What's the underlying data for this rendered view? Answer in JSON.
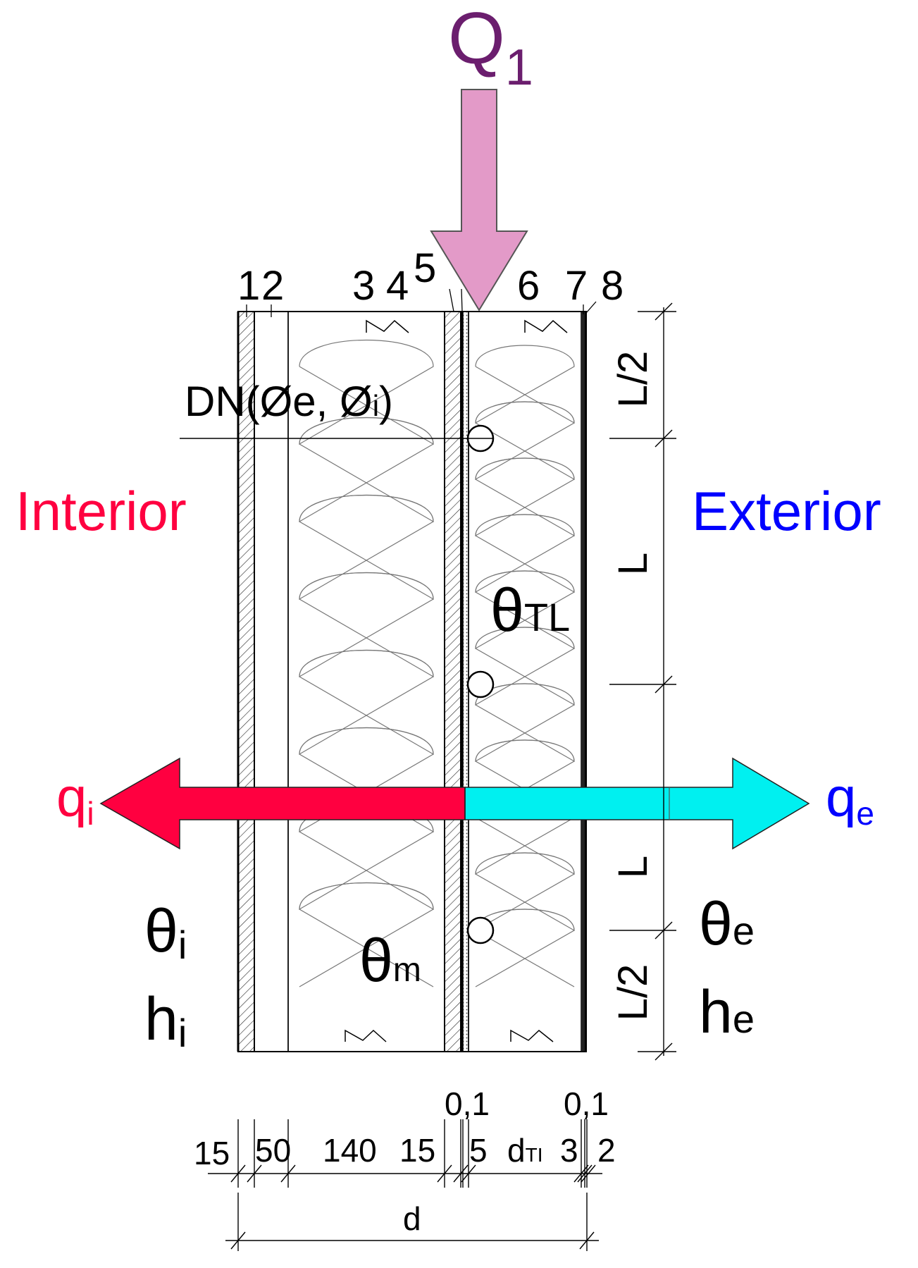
{
  "heat_input": {
    "label": "Q",
    "sub": "1"
  },
  "layer_numbers": [
    "1",
    "2",
    "3",
    "4",
    "5",
    "6",
    "7",
    "8"
  ],
  "pipe_label": {
    "text": "DN(Øe, Ø",
    "sub": "i",
    "close": ")"
  },
  "sides": {
    "interior": "Interior",
    "exterior": "Exterior"
  },
  "flux": {
    "interior": {
      "symbol": "q",
      "sub": "i"
    },
    "exterior": {
      "symbol": "q",
      "sub": "e"
    }
  },
  "temperatures": {
    "tabs": {
      "symbol": "θ",
      "sub": "TL"
    },
    "mean": {
      "symbol": "θ",
      "sub": "m"
    },
    "interior": {
      "symbol": "θ",
      "sub": "i"
    },
    "exterior": {
      "symbol": "θ",
      "sub": "e"
    }
  },
  "coefficients": {
    "interior": {
      "symbol": "h",
      "sub": "i"
    },
    "exterior": {
      "symbol": "h",
      "sub": "e"
    }
  },
  "vertical_dims": [
    "L/2",
    "L",
    "L",
    "L/2"
  ],
  "thickness_dims": {
    "top": [
      "0,1",
      "0,1"
    ],
    "bottom": [
      "15",
      "50",
      "140",
      "15",
      "5",
      "3",
      "2"
    ],
    "insulation": {
      "text": "d",
      "sub": "TI"
    },
    "total": "d"
  },
  "colors": {
    "heat_arrow": "#E39AC8",
    "heat_label": "#6B1E6E",
    "interior": "#FF0040",
    "exterior": "#00F0F0",
    "exterior_text": "#0000FF"
  }
}
